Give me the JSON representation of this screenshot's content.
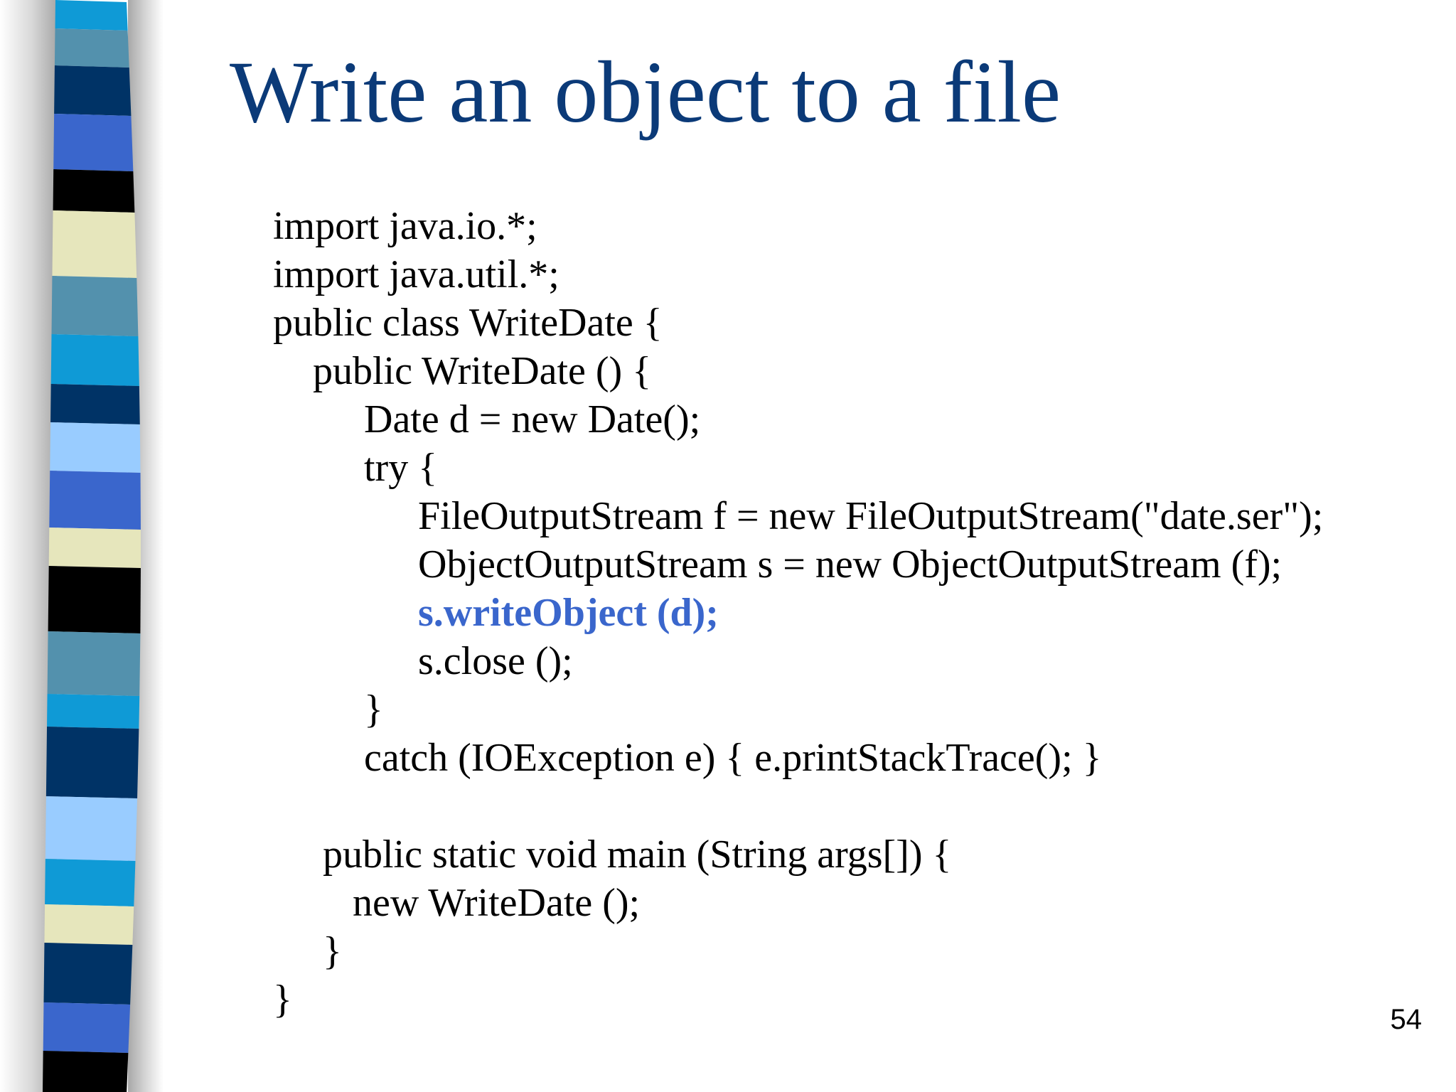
{
  "slide": {
    "title": "Write an object to a file",
    "page_number": "54",
    "colors": {
      "title": "#0b3a78",
      "code_text": "#000000",
      "highlight": "#3a66cc",
      "stripe_palette": [
        "#0f9ad6",
        "#5391ad",
        "#003366",
        "#3a66cc",
        "#000000",
        "#e6e6bc",
        "#99ccff"
      ]
    },
    "code_lines": [
      {
        "text": "import java.io.*;",
        "indent_level": 0,
        "highlight": false
      },
      {
        "text": "import java.util.*;",
        "indent_level": 0,
        "highlight": false
      },
      {
        "text": "public class WriteDate {",
        "indent_level": 0,
        "highlight": false
      },
      {
        "text": "public WriteDate () {",
        "indent_level": 1,
        "highlight": false
      },
      {
        "text": "Date d = new Date();",
        "indent_level": 2,
        "highlight": false
      },
      {
        "text": "try {",
        "indent_level": 2,
        "highlight": false
      },
      {
        "text": "FileOutputStream f = new FileOutputStream(\"date.ser\");",
        "indent_level": 3,
        "highlight": false
      },
      {
        "text": "ObjectOutputStream s = new ObjectOutputStream (f);",
        "indent_level": 3,
        "highlight": false
      },
      {
        "text": "s.writeObject (d);",
        "indent_level": 3,
        "highlight": true
      },
      {
        "text": "s.close ();",
        "indent_level": 3,
        "highlight": false
      },
      {
        "text": "}",
        "indent_level": 2,
        "highlight": false
      },
      {
        "text": "catch (IOException e) { e.printStackTrace(); }",
        "indent_level": 2,
        "highlight": false
      },
      {
        "text": "",
        "indent_level": 0,
        "highlight": false
      },
      {
        "text": "public static void main (String args[]) {",
        "indent_level": 1,
        "highlight": false
      },
      {
        "text": "new WriteDate ();",
        "indent_level": 1,
        "highlight": false
      },
      {
        "text": "}",
        "indent_level": 1,
        "highlight": false
      },
      {
        "text": "}",
        "indent_level": 0,
        "highlight": false
      }
    ]
  }
}
